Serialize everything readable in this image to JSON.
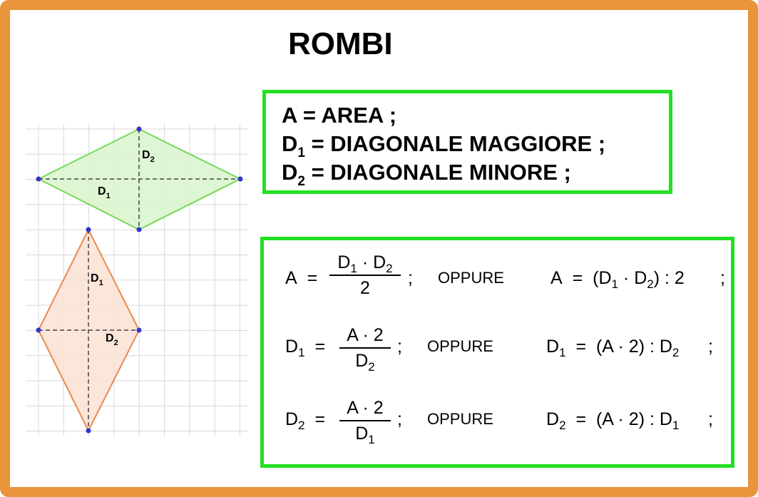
{
  "title": "ROMBI",
  "definitions": {
    "line1": "A = AREA ;",
    "line2_d": "D",
    "line2_sub": "1",
    "line2_rest": " = DIAGONALE MAGGIORE ;",
    "line3_d": "D",
    "line3_sub": "2",
    "line3_rest": " = DIAGONALE MINORE ;"
  },
  "formulas": {
    "oppure": "OPPURE",
    "row1": {
      "lhs": "A",
      "eq": "=",
      "num_a": "D",
      "num_a_sub": "1",
      "num_dot": "·",
      "num_b": "D",
      "num_b_sub": "2",
      "den": "2",
      "sep": ";",
      "alt_lhs": "A",
      "alt_eq": "=",
      "alt_open": "(",
      "alt_a": "D",
      "alt_a_sub": "1",
      "alt_dot": "·",
      "alt_b": "D",
      "alt_b_sub": "2",
      "alt_close": ")",
      "alt_div": ": 2",
      "alt_end": ";"
    },
    "row2": {
      "lhs": "D",
      "lhs_sub": "1",
      "eq": "=",
      "num": "A · 2",
      "den": "D",
      "den_sub": "2",
      "sep": ";",
      "alt_lhs": "D",
      "alt_lhs_sub": "1",
      "alt_eq": "=",
      "alt_expr": "(A · 2) : D",
      "alt_expr_sub": "2",
      "alt_end": ";"
    },
    "row3": {
      "lhs": "D",
      "lhs_sub": "2",
      "eq": "=",
      "num": "A · 2",
      "den": "D",
      "den_sub": "1",
      "sep": ";",
      "alt_lhs": "D",
      "alt_lhs_sub": "2",
      "alt_eq": "=",
      "alt_expr": "(A · 2) : D",
      "alt_expr_sub": "1",
      "alt_end": ";"
    }
  },
  "diagram": {
    "green_rhombus": {
      "fill": "#d9f5cc",
      "stroke": "#7ad85a",
      "label_d": "D",
      "label_d1_sub": "1",
      "label_d2_sub": "2"
    },
    "orange_rhombus": {
      "fill": "#fbe0d2",
      "stroke": "#e88a52",
      "label_d": "D",
      "label_d1_sub": "1",
      "label_d2_sub": "2"
    },
    "vertex_color": "#3333cc",
    "grid_color": "#d8d8d8"
  },
  "colors": {
    "frame": "#e8943a",
    "box_border": "#22e022"
  }
}
